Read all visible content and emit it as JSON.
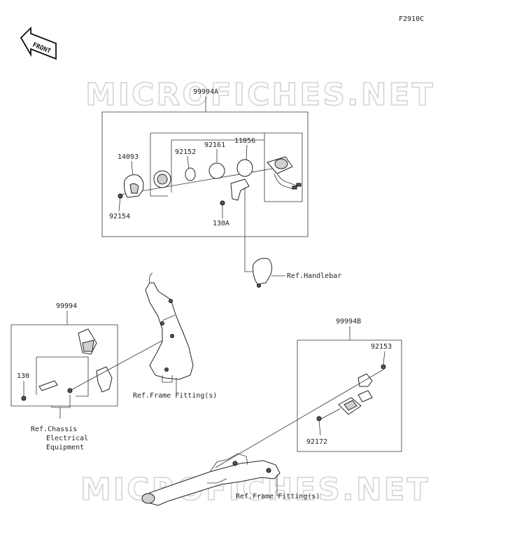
{
  "figure_code": "F2910C",
  "front_label": "FRONT",
  "watermark": "MICROFICHES.NET",
  "callouts": {
    "kit_a": "99994A",
    "p14093": "14093",
    "p92152": "92152",
    "p92161": "92161",
    "p11056": "11056",
    "p92154": "92154",
    "p130a": "130A",
    "ref_handlebar": "Ref.Handlebar",
    "kit_main": "99994",
    "p130": "130",
    "ref_frame_1": "Ref.Frame Fitting(s)",
    "ref_chassis_1": "Ref.Chassis",
    "ref_chassis_2": "Electrical",
    "ref_chassis_3": "Equipment",
    "kit_b": "99994B",
    "p92153": "92153",
    "p92172": "92172",
    "ref_frame_2": "Ref.Frame Fitting(s)"
  }
}
